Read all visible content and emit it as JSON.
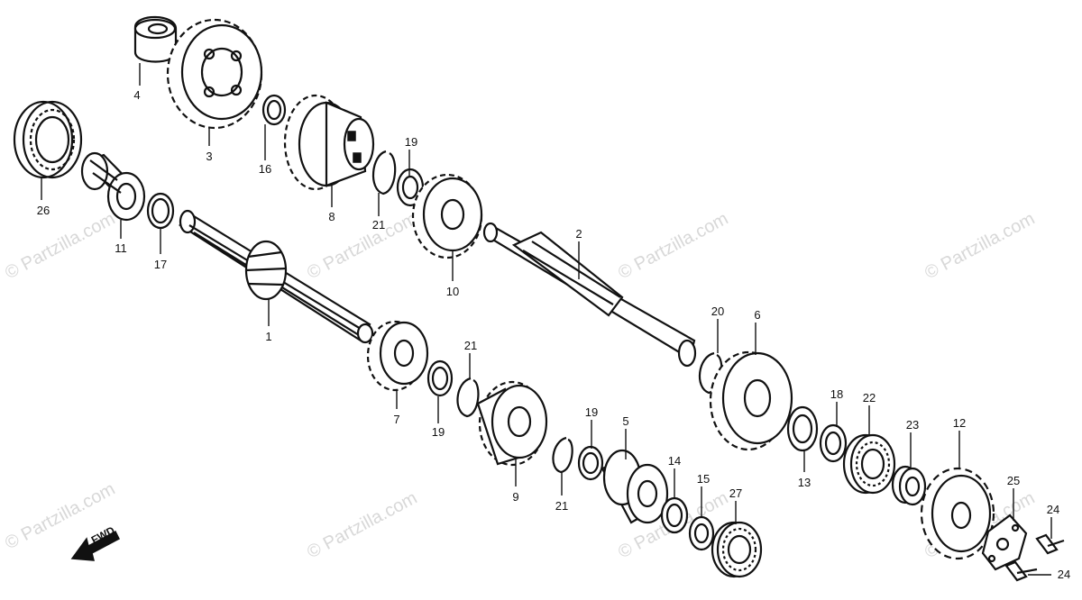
{
  "watermark": "© Partzilla.com",
  "fwd_label": "FWD",
  "callouts": [
    {
      "id": "c1",
      "label": "1"
    },
    {
      "id": "c2",
      "label": "2"
    },
    {
      "id": "c3",
      "label": "3"
    },
    {
      "id": "c4",
      "label": "4"
    },
    {
      "id": "c5",
      "label": "5"
    },
    {
      "id": "c6",
      "label": "6"
    },
    {
      "id": "c7",
      "label": "7"
    },
    {
      "id": "c8",
      "label": "8"
    },
    {
      "id": "c9",
      "label": "9"
    },
    {
      "id": "c10",
      "label": "10"
    },
    {
      "id": "c11",
      "label": "11"
    },
    {
      "id": "c12",
      "label": "12"
    },
    {
      "id": "c13",
      "label": "13"
    },
    {
      "id": "c14",
      "label": "14"
    },
    {
      "id": "c15",
      "label": "15"
    },
    {
      "id": "c16",
      "label": "16"
    },
    {
      "id": "c17",
      "label": "17"
    },
    {
      "id": "c18",
      "label": "18"
    },
    {
      "id": "c19a",
      "label": "19"
    },
    {
      "id": "c19b",
      "label": "19"
    },
    {
      "id": "c19c",
      "label": "19"
    },
    {
      "id": "c20",
      "label": "20"
    },
    {
      "id": "c21a",
      "label": "21"
    },
    {
      "id": "c21b",
      "label": "21"
    },
    {
      "id": "c21c",
      "label": "21"
    },
    {
      "id": "c22",
      "label": "22"
    },
    {
      "id": "c23",
      "label": "23"
    },
    {
      "id": "c24a",
      "label": "24"
    },
    {
      "id": "c24b",
      "label": "24"
    },
    {
      "id": "c25",
      "label": "25"
    },
    {
      "id": "c26",
      "label": "26"
    },
    {
      "id": "c27",
      "label": "27"
    }
  ]
}
